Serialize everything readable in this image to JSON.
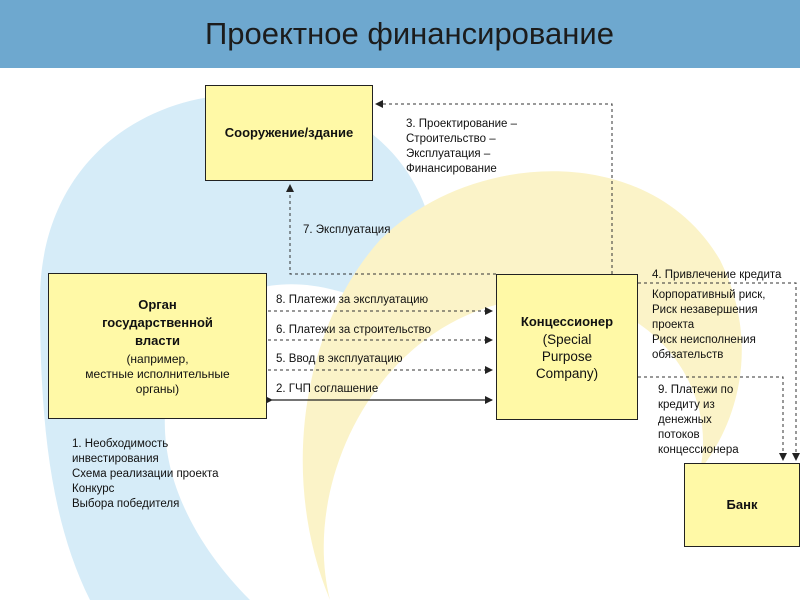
{
  "title": "Проектное финансирование",
  "boxes": {
    "building": "Сооружение/здание",
    "authority": {
      "bold": [
        "Орган",
        "государственной",
        "власти"
      ],
      "normal": [
        "(например,",
        "местные исполнительные",
        "органы)"
      ]
    },
    "concessionaire": [
      "Концессионер",
      "(Special",
      "Purpose",
      "Company)"
    ],
    "bank": "Банк"
  },
  "labels": {
    "l3": "3. Проектирование –\nСтроительство –\nЭксплуатация –\nФинансирование",
    "l7": "7. Эксплуатация",
    "l8": "8. Платежи за эксплуатацию",
    "l6": "6. Платежи за строительство",
    "l5": "5. Ввод в эксплуатацию",
    "l2": "2. ГЧП соглашение",
    "l4": "4. Привлечение кредита",
    "l4b": "Корпоративный риск,\nРиск незавершения\nпроекта\nРиск неисполнения\nобязательств",
    "l9": "9. Платежи по\nкредиту из\nденежных\nпотоков\nконцессионера",
    "l1": "1.     Необходимость\nинвестирования\nСхема реализации проекта\nКонкурс\nВыбора победителя"
  },
  "colors": {
    "header": "#6ea8cf",
    "box_fill": "#fff9a6",
    "watermark_blue": "#d6ecf8",
    "watermark_yellow": "#fbf3c8"
  }
}
